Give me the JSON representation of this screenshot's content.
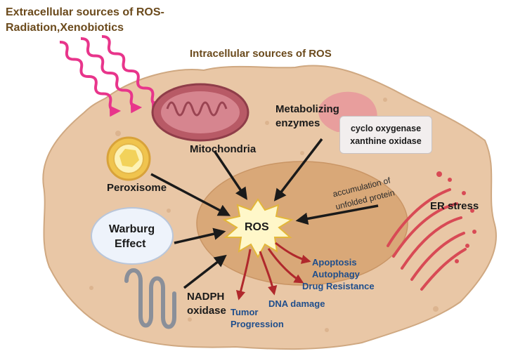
{
  "extracellular": {
    "line1": "Extracellular sources of ROS-",
    "line2": "Radiation,Xenobiotics"
  },
  "intracellular_title": "Intracellular sources of ROS",
  "sources": {
    "mitochondria": "Mitochondria",
    "metabolizing_line1": "Metabolizing",
    "metabolizing_line2": "enzymes",
    "enzymes_line1": "cyclo oxygenase",
    "enzymes_line2": "xanthine oxidase",
    "peroxisome": "Peroxisome",
    "warburg_line1": "Warburg",
    "warburg_line2": "Effect",
    "nadph_line1": "NADPH",
    "nadph_line2": "oxidase",
    "er_stress": "ER stress",
    "unfolded_line1": "accumulation of",
    "unfolded_line2": "unfolded protein"
  },
  "center": "ROS",
  "outcomes": {
    "apoptosis": "Apoptosis",
    "autophagy": "Autophagy",
    "drug_resistance": "Drug Resistance",
    "tumor_line1": "Tumor",
    "tumor_line2": "Progression",
    "dna_damage": "DNA damage"
  },
  "colors": {
    "cell": "#e9c7a6",
    "nucleus": "#d9a878",
    "radiation": "#e8358b",
    "outcome_text": "#1f4e8c",
    "outcome_arrow": "#b0282c",
    "title_text": "#6b4a1c"
  }
}
